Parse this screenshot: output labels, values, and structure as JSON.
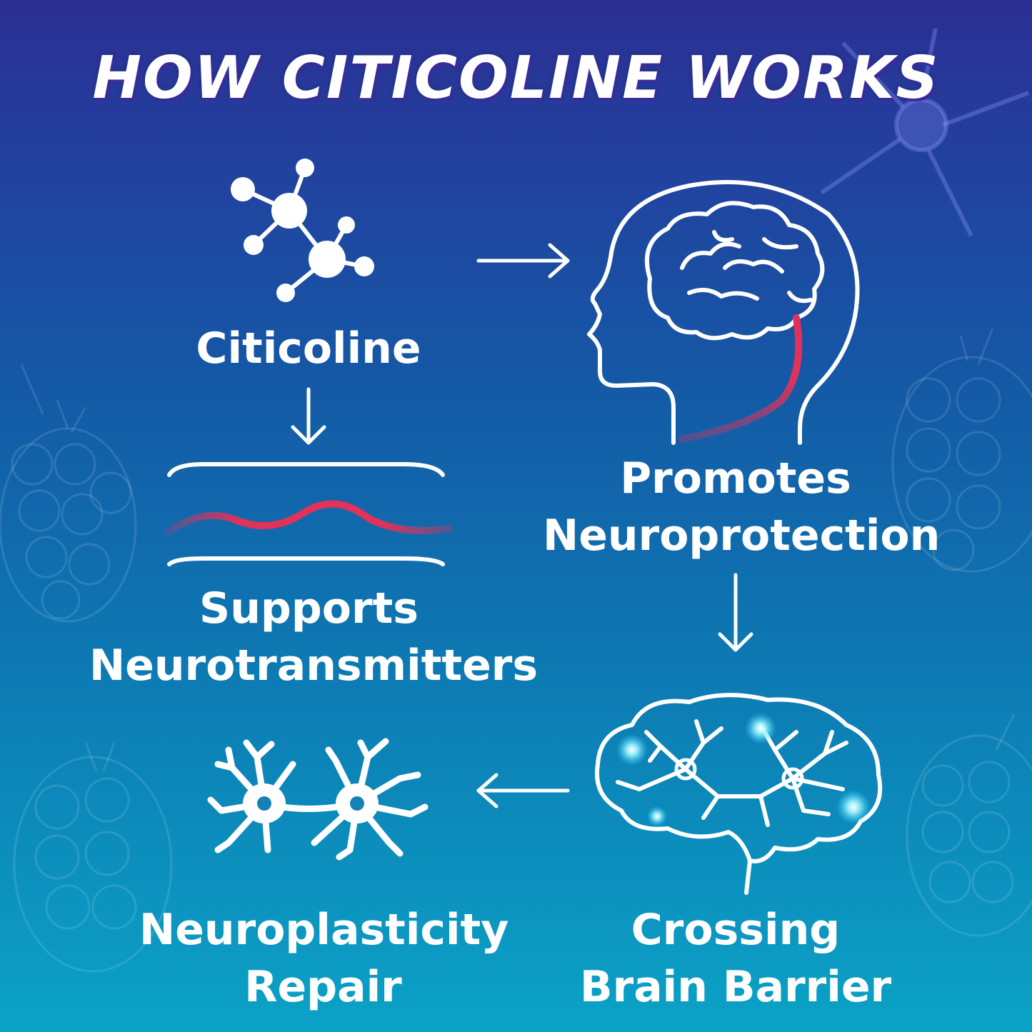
{
  "title": "HOW CITICOLINE WORKS",
  "nodes": {
    "citicoline": {
      "lines": [
        "Citicoline"
      ]
    },
    "neuroprotection": {
      "lines": [
        "Promotes",
        "Neuroprotection"
      ]
    },
    "neurotransmitters": {
      "lines": [
        "Supports",
        "Neurotransmitters"
      ]
    },
    "barrier": {
      "lines": [
        "Crossing",
        "Brain Barrier"
      ]
    },
    "neuroplasticity": {
      "lines": [
        "Neuroplasticity",
        "Repair"
      ]
    }
  },
  "colors": {
    "background_top": "#2b2f92",
    "background_bottom": "#0ba2c6",
    "icon_stroke": "#ffffff",
    "accent": "#e0325a",
    "glow": "#9ff3ff"
  },
  "icons": [
    "molecule-icon",
    "head-brain-icon",
    "synapse-icon",
    "glowing-brain-icon",
    "neurons-icon",
    "arrow-right-icon",
    "arrow-down-icon",
    "arrow-left-icon"
  ]
}
